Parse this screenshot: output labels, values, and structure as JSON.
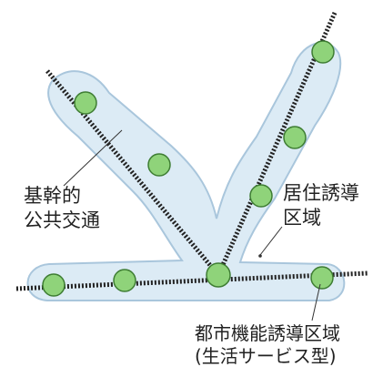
{
  "labels": {
    "trunk_transit_line1": "基幹的",
    "trunk_transit_line2": "公共交通",
    "residential_line1": "居住誘導",
    "residential_line2": "区域",
    "urban_function_line1": "都市機能誘導区域",
    "urban_function_line2": "(生活サービス型)"
  },
  "colors": {
    "zone_fill": "#dcebf5",
    "zone_stroke": "#a9c6dc",
    "station_fill": "#8fd37a",
    "station_stroke": "#3e7d33",
    "rail": "#222222",
    "leader": "#333333"
  }
}
